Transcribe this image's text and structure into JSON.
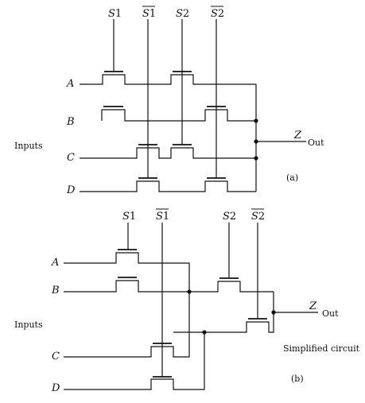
{
  "diagram_a": {
    "selects": [
      {
        "var": "S",
        "sub": "1",
        "overline": false
      },
      {
        "var": "S",
        "sub": "1",
        "overline": true
      },
      {
        "var": "S",
        "sub": "2",
        "overline": false
      },
      {
        "var": "S",
        "sub": "2",
        "overline": true
      }
    ],
    "input_names": [
      "A",
      "B",
      "C",
      "D"
    ],
    "inputs_label": "Inputs",
    "output_var": "Z",
    "output_label": "Out",
    "caption": "(a)"
  },
  "diagram_b": {
    "selects": [
      {
        "var": "S",
        "sub": "1",
        "overline": false
      },
      {
        "var": "S",
        "sub": "1",
        "overline": true
      },
      {
        "var": "S",
        "sub": "2",
        "overline": false
      },
      {
        "var": "S",
        "sub": "2",
        "overline": true
      }
    ],
    "input_names": [
      "A",
      "B",
      "C",
      "D"
    ],
    "inputs_label": "Inputs",
    "output_var": "Z",
    "output_label": "Out",
    "note": "Simplified circuit",
    "caption": "(b)"
  }
}
